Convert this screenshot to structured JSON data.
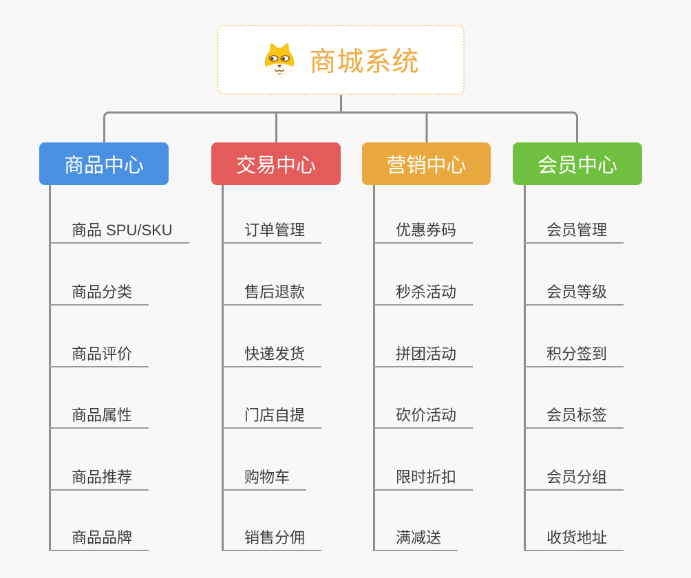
{
  "root": {
    "label": "商城系统",
    "icon": "shiba-dog-icon",
    "text_color": "#f2a83e",
    "border_color": "#f3c87f",
    "background": "#ffffff"
  },
  "branches": [
    {
      "label": "商品中心",
      "color": "#4a90e2",
      "children": [
        "商品 SPU/SKU",
        "商品分类",
        "商品评价",
        "商品属性",
        "商品推荐",
        "商品品牌"
      ]
    },
    {
      "label": "交易中心",
      "color": "#e45b5b",
      "children": [
        "订单管理",
        "售后退款",
        "快递发货",
        "门店自提",
        "购物车",
        "销售分佣"
      ]
    },
    {
      "label": "营销中心",
      "color": "#eaa93e",
      "children": [
        "优惠券码",
        "秒杀活动",
        "拼团活动",
        "砍价活动",
        "限时折扣",
        "满减送"
      ]
    },
    {
      "label": "会员中心",
      "color": "#6fc03e",
      "children": [
        "会员管理",
        "会员等级",
        "积分签到",
        "会员标签",
        "会员分组",
        "收货地址"
      ]
    }
  ],
  "canvas": {
    "background": "#f8f8f8",
    "connector_color": "#8d8d8d",
    "leaf_underline_color": "#9c9c9c",
    "leaf_text_color": "#3c3c3c"
  }
}
